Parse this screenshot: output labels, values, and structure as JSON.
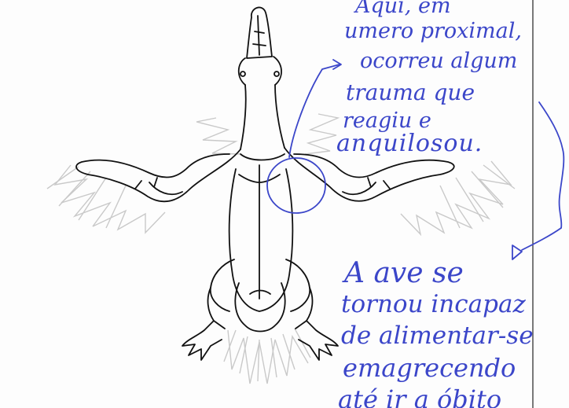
{
  "note": {
    "top_lines": [
      "Aqui, em",
      "umero proximal,",
      "ocorreu algum",
      "trauma que",
      "reagiu e",
      "anquilosou."
    ],
    "bottom_lines": [
      "A ave se",
      "tornou incapaz",
      "de alimentar-se",
      "emagrecendo",
      "até ir a óbito"
    ]
  },
  "colors": {
    "ink": "#3b46c9",
    "outline": "#111111",
    "feather": "#c9c9c9"
  }
}
